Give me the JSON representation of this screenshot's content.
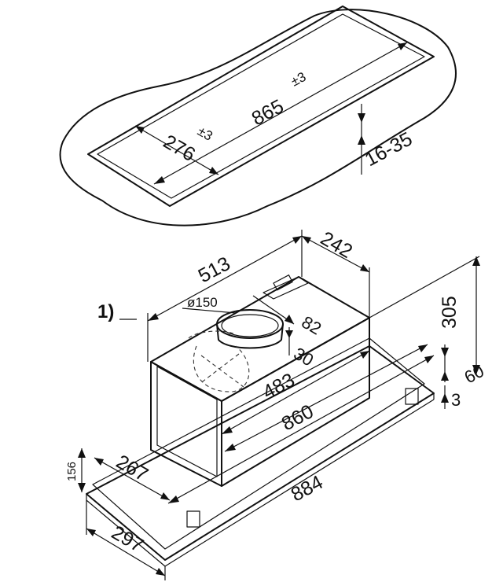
{
  "cutout": {
    "length": "865",
    "length_tol": "±3",
    "width": "276",
    "width_tol": "±3",
    "thickness": "16-35"
  },
  "hood": {
    "reference": "1)",
    "duct_diameter": "ø150",
    "box_depth": "513",
    "box_width_top": "242",
    "total_height": "305",
    "duct_offset": "82",
    "duct_height": "30",
    "box_length": "483",
    "frame_inner": "860",
    "frame_length": "884",
    "frame_depth": "297",
    "box_front_depth": "267",
    "box_height": "156",
    "flange_height": "60",
    "flange_thickness": "3"
  }
}
